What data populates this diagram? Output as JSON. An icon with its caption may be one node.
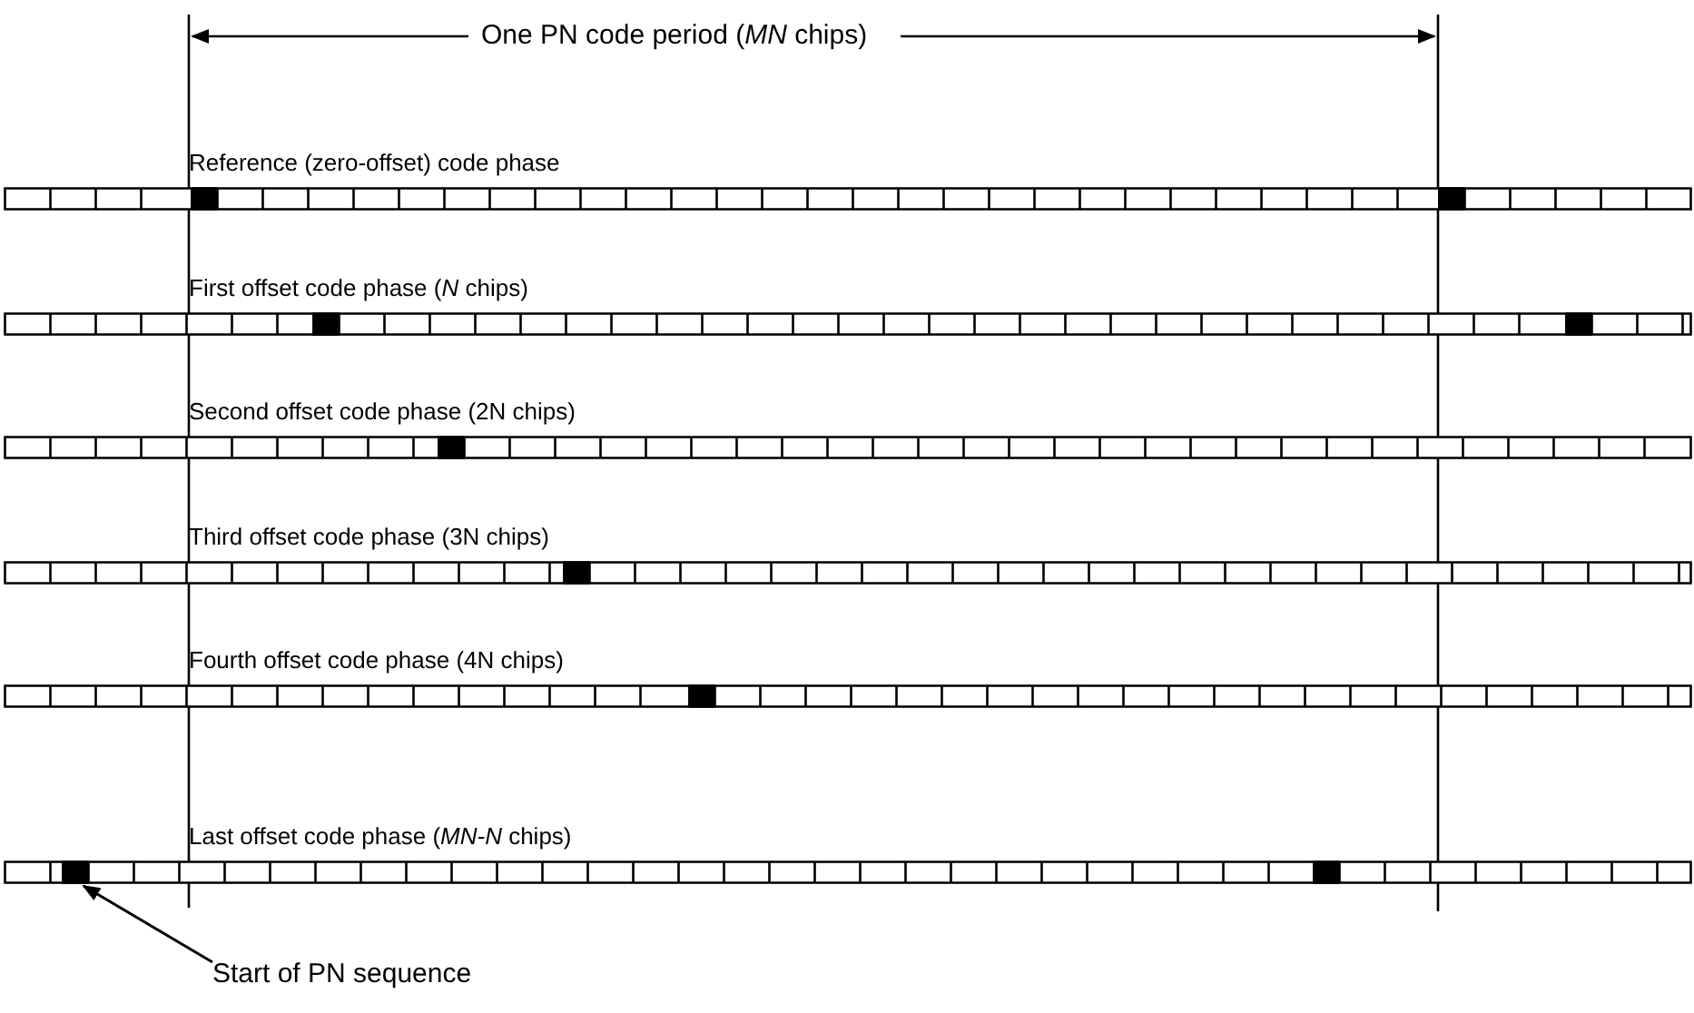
{
  "diagram": {
    "nodes": [
      {
        "text": [
          "Reference (zero-offset) code phase"
        ]
      },
      {
        "text": [
          "First offset code phase (*N* chips)"
        ]
      },
      {
        "text": [
          "Second offset code phase (2N chips)"
        ]
      },
      {
        "text": [
          "Third offset code phase (3N chips)"
        ]
      },
      {
        "text": [
          "Fourth offset code phase (4N chips)"
        ]
      },
      {
        "text": [
          "Last offset code phase (*MN-N* chips)"
        ]
      },
      {
        "text": [
          "Start of PN sequence"
        ]
      },
      {
        "text": [],
        "shape": "box",
        "in": 5
      }
    ],
    "edges": [
      {
        "from": 6,
        "to": 7,
        "arrow": "to"
      }
    ],
    "labels": [
      "One PN code period (*MN* chips)"
    ]
  }
}
